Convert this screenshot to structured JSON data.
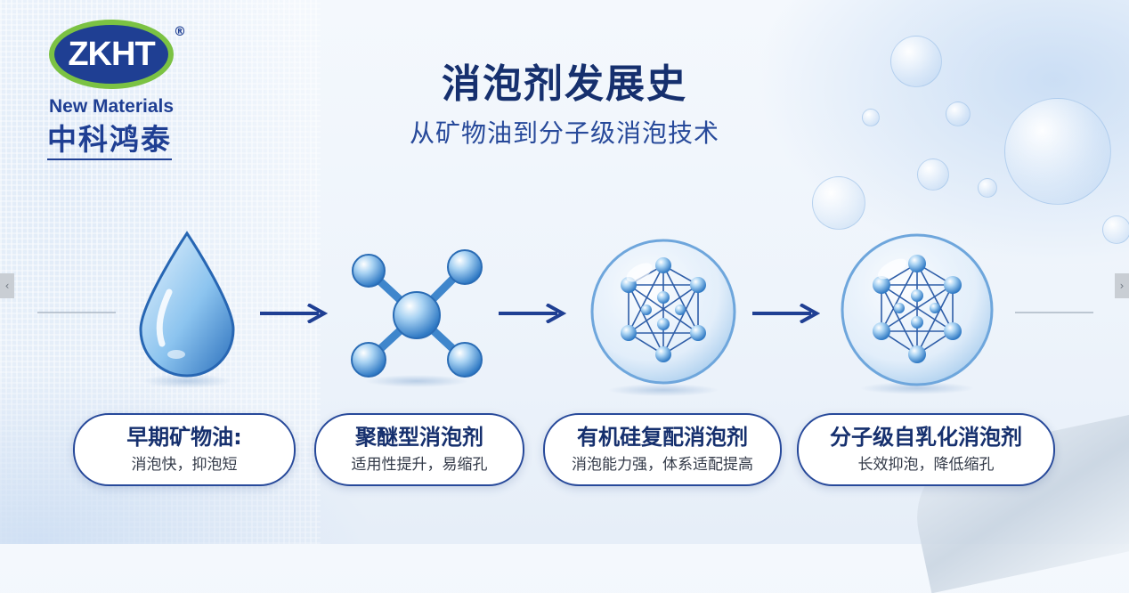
{
  "brand": {
    "logo_text": "ZKHT",
    "registered_mark": "®",
    "name_en": "New Materials",
    "name_cn": "中科鸿泰",
    "colors": {
      "navy": "#1f3f93",
      "green": "#7bc243"
    }
  },
  "header": {
    "title": "消泡剂发展史",
    "subtitle": "从矿物油到分子级消泡技术"
  },
  "timeline": {
    "arrow_icon": "arrow-right-icon",
    "stages": [
      {
        "icon": "water-drop-icon",
        "title": "早期矿物油:",
        "desc": "消泡快，抑泡短"
      },
      {
        "icon": "molecule-icon",
        "title": "聚醚型消泡剂",
        "desc": "适用性提升，易缩孔"
      },
      {
        "icon": "silicone-network-bubble-icon",
        "title": "有机硅复配消泡剂",
        "desc": "消泡能力强，体系适配提高"
      },
      {
        "icon": "molecular-network-bubble-icon",
        "title": "分子级自乳化消泡剂",
        "desc": "长效抑泡，降低缩孔"
      }
    ]
  },
  "nav": {
    "prev_glyph": "‹",
    "next_glyph": "›"
  }
}
